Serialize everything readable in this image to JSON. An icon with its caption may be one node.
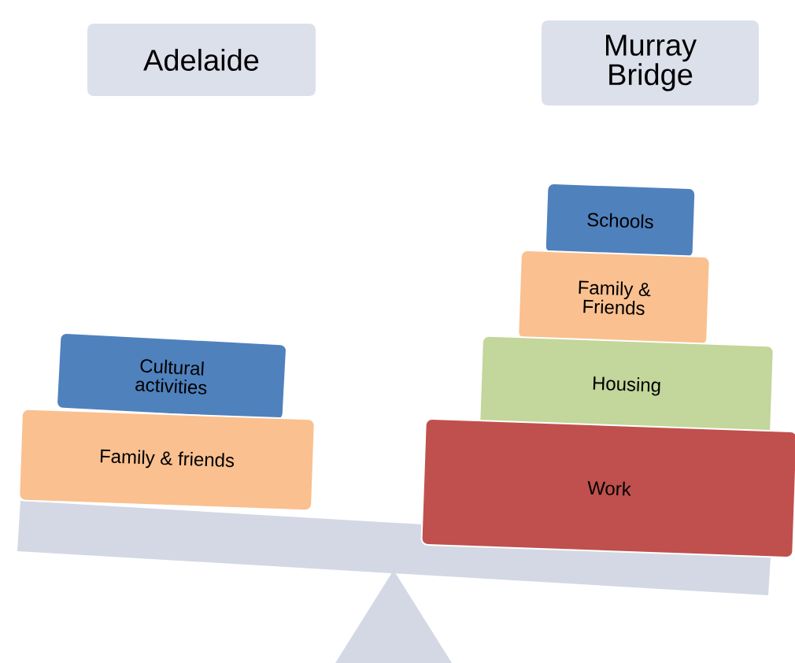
{
  "diagram": {
    "nodes": [
      {
        "text": [
          "Adelaide"
        ]
      },
      {
        "text": [
          "Murray Bridge"
        ]
      },
      {
        "text": [
          "Schools"
        ]
      },
      {
        "text": [
          "Family & Friends"
        ]
      },
      {
        "text": [
          "Housing"
        ]
      },
      {
        "text": [
          "Work"
        ]
      },
      {
        "text": [
          "Cultural activities"
        ]
      },
      {
        "text": [
          "Family & friends"
        ]
      }
    ]
  }
}
